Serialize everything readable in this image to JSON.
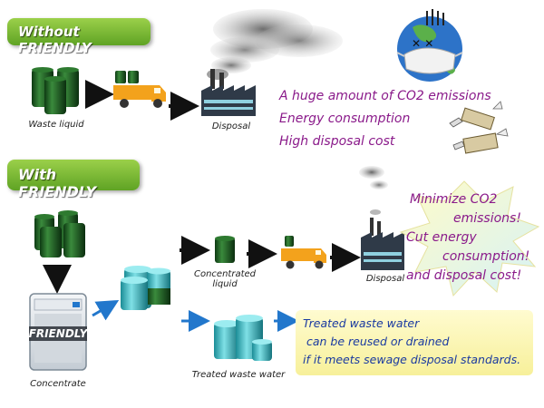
{
  "without_section": {
    "heading": "Without FRIENDLY",
    "waste_liquid_label": "Waste liquid",
    "disposal_label": "Disposal",
    "effects": [
      "A huge amount of CO2 emissions",
      "Energy consumption",
      "High disposal cost"
    ]
  },
  "with_section": {
    "heading": "With FRIENDLY",
    "device_label": "FRIENDLY",
    "concentrate_label": "Concentrate",
    "concentrated_liquid_label": [
      "Concentrated",
      "liquid"
    ],
    "disposal_label": "Disposal",
    "treated_water_label": "Treated waste water",
    "benefits": [
      "Minimize CO2",
      "emissions!",
      "Cut energy",
      "consumption!",
      "and disposal cost!"
    ],
    "treated_note": [
      "Treated waste water",
      " can be reused or drained",
      "if it meets sewage disposal standards."
    ]
  },
  "colors": {
    "heading_green": "#6ab42c",
    "drum_green": "#1f5e24",
    "drum_cyan": "#46c0c8",
    "truck_orange": "#f3a21c",
    "arrow_blue": "#2277cc",
    "text_purple": "#8a1a8a",
    "note_yellow": "#f7f09a"
  },
  "icons": [
    "drum-icon",
    "truck-icon",
    "factory-icon",
    "smoke-cloud-icon",
    "earth-mask-icon",
    "flying-money-icon",
    "starburst-icon",
    "concentrator-device-icon",
    "arrow-icon"
  ]
}
